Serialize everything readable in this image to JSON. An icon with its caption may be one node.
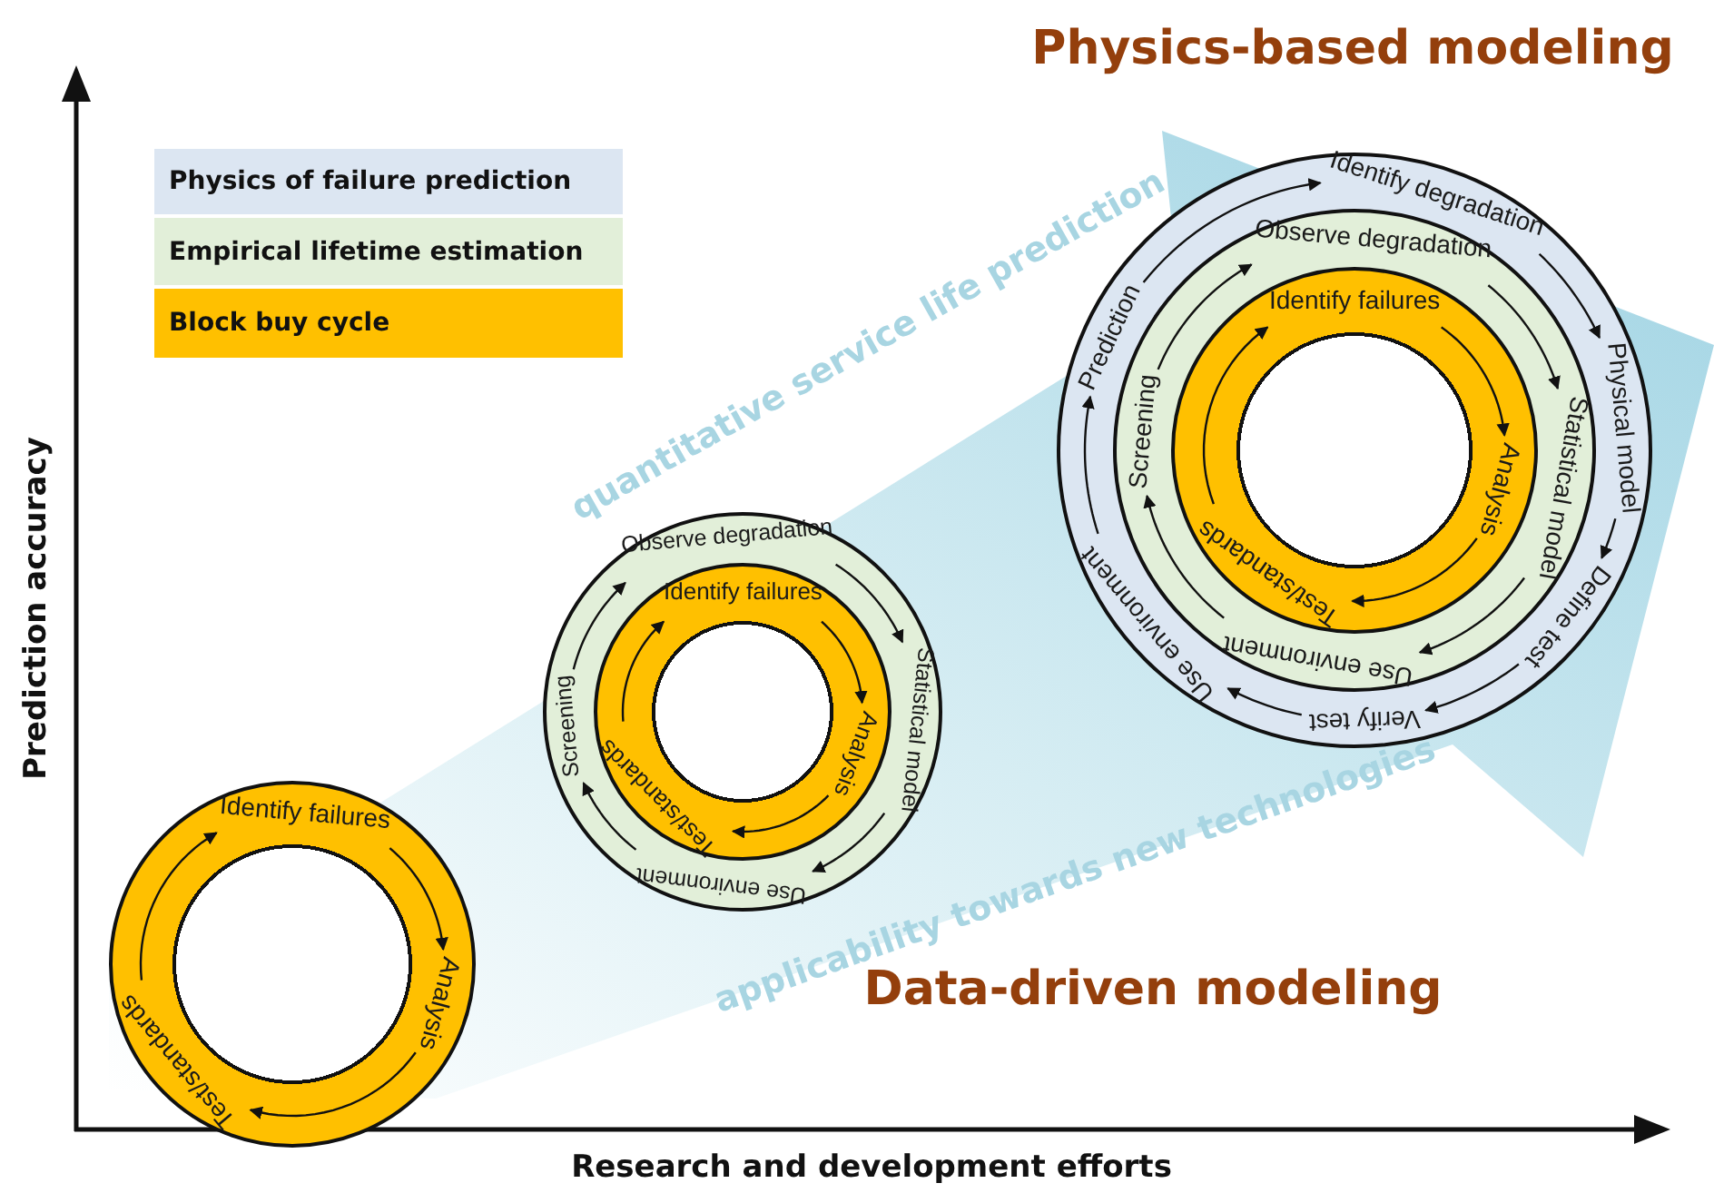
{
  "diagram": {
    "nodes": [
      {
        "text": [],
        "shape": "circle"
      },
      {
        "text": [
          "Identify failures"
        ],
        "in": 0
      },
      {
        "text": [
          "Analysis"
        ],
        "in": 0
      },
      {
        "text": [
          "Test/standards"
        ],
        "in": 0
      },
      {
        "text": [],
        "shape": "circle"
      },
      {
        "text": [
          "Observe degradation"
        ],
        "in": 4
      },
      {
        "text": [
          "Statistical model"
        ],
        "in": 4
      },
      {
        "text": [
          "Use environment"
        ],
        "in": 4
      },
      {
        "text": [
          "Screening"
        ],
        "in": 4
      },
      {
        "text": [],
        "shape": "circle",
        "in": 4
      },
      {
        "text": [
          "Identify failures"
        ],
        "in": 9
      },
      {
        "text": [
          "Analysis"
        ],
        "in": 9
      },
      {
        "text": [
          "Test/standards"
        ],
        "in": 9
      },
      {
        "text": [],
        "shape": "circle"
      },
      {
        "text": [
          "Identify degradation"
        ],
        "in": 13
      },
      {
        "text": [
          "Physical model"
        ],
        "in": 13
      },
      {
        "text": [
          "Define test"
        ],
        "in": 13
      },
      {
        "text": [
          "Verify test"
        ],
        "in": 13
      },
      {
        "text": [
          "Use environment"
        ],
        "in": 13
      },
      {
        "text": [
          "Prediction"
        ],
        "in": 13
      },
      {
        "text": [],
        "shape": "circle",
        "in": 13
      },
      {
        "text": [
          "Observe degradation"
        ],
        "in": 20
      },
      {
        "text": [
          "Statistical model"
        ],
        "in": 20
      },
      {
        "text": [
          "Use environment"
        ],
        "in": 20
      },
      {
        "text": [
          "Screening"
        ],
        "in": 20
      },
      {
        "text": [],
        "shape": "circle",
        "in": 20
      },
      {
        "text": [
          "Identify failures"
        ],
        "in": 25
      },
      {
        "text": [
          "Analysis"
        ],
        "in": 25
      },
      {
        "text": [
          "Test/standards"
        ],
        "in": 25
      }
    ],
    "edges": [
      {
        "from": 1,
        "to": 2,
        "arrow": "to"
      },
      {
        "from": 2,
        "to": 3,
        "arrow": "to"
      },
      {
        "from": 3,
        "to": 1,
        "arrow": "to"
      },
      {
        "from": 5,
        "to": 6,
        "arrow": "to"
      },
      {
        "from": 6,
        "to": 7,
        "arrow": "to"
      },
      {
        "from": 7,
        "to": 8,
        "arrow": "to"
      },
      {
        "from": 8,
        "to": 5,
        "arrow": "to"
      },
      {
        "from": 10,
        "to": 11,
        "arrow": "to"
      },
      {
        "from": 11,
        "to": 12,
        "arrow": "to"
      },
      {
        "from": 12,
        "to": 10,
        "arrow": "to"
      },
      {
        "from": 14,
        "to": 15,
        "arrow": "to"
      },
      {
        "from": 15,
        "to": 16,
        "arrow": "to"
      },
      {
        "from": 16,
        "to": 17,
        "arrow": "to"
      },
      {
        "from": 17,
        "to": 18,
        "arrow": "to"
      },
      {
        "from": 18,
        "to": 19,
        "arrow": "to"
      },
      {
        "from": 19,
        "to": 14,
        "arrow": "to"
      },
      {
        "from": 21,
        "to": 22,
        "arrow": "to"
      },
      {
        "from": 22,
        "to": 23,
        "arrow": "to"
      },
      {
        "from": 23,
        "to": 24,
        "arrow": "to"
      },
      {
        "from": 24,
        "to": 21,
        "arrow": "to"
      },
      {
        "from": 26,
        "to": 27,
        "arrow": "to"
      },
      {
        "from": 27,
        "to": 28,
        "arrow": "to"
      },
      {
        "from": 28,
        "to": 26,
        "arrow": "to"
      }
    ],
    "labels": [
      "Physics-based modeling",
      "Prediction accuracy",
      "quantitative service life prediction",
      "applicability towards new technologies",
      "Data-driven modeling",
      "Research and development efforts"
    ],
    "legend": [
      {
        "text": "Physics of failure prediction",
        "color": "#dce6f2"
      },
      {
        "text": "Empirical lifetime estimation",
        "color": "#e2efd9"
      },
      {
        "text": "Block buy cycle",
        "color": "#ffc000"
      }
    ]
  }
}
